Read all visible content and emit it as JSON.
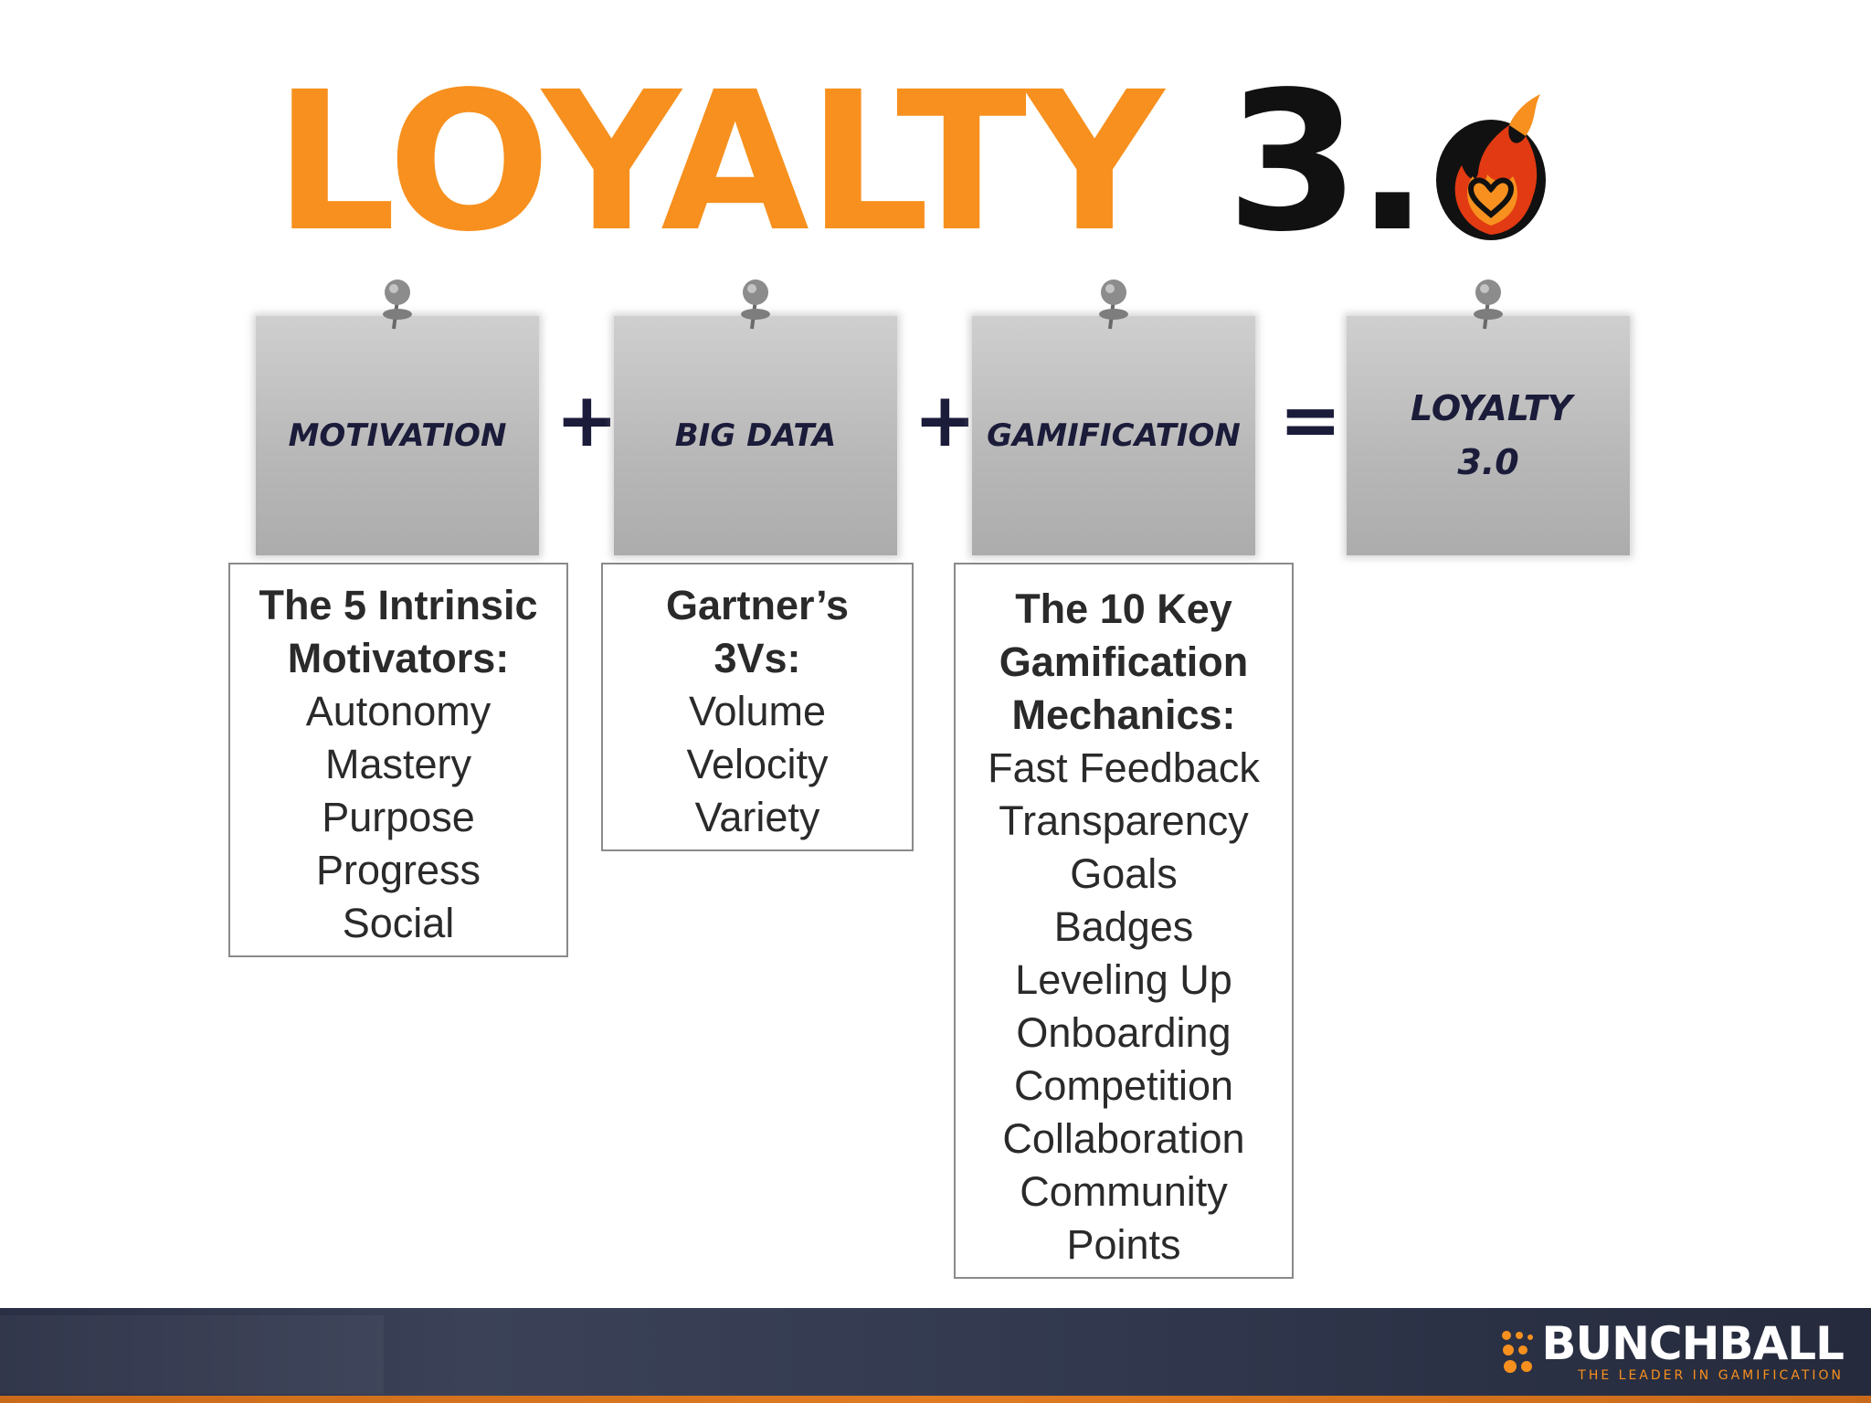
{
  "title": {
    "word": "LOYALTY",
    "number": "3."
  },
  "colors": {
    "orange": "#f7901e",
    "navy": "#1b1b3a",
    "note_gray": "#bdbdbd"
  },
  "notes": [
    {
      "label": "MOTIVATION"
    },
    {
      "label": "BIG DATA"
    },
    {
      "label": "GAMIFICATION"
    },
    {
      "label": "LOYALTY 3.0"
    }
  ],
  "operators": [
    "+",
    "+",
    "="
  ],
  "boxes": {
    "motivation": {
      "heading": [
        "The 5 Intrinsic",
        "Motivators:"
      ],
      "items": [
        "Autonomy",
        "Mastery",
        "Purpose",
        "Progress",
        "Social"
      ]
    },
    "big_data": {
      "heading": [
        "Gartner’s",
        "3Vs:"
      ],
      "items": [
        "Volume",
        "Velocity",
        "Variety"
      ]
    },
    "gamification": {
      "heading": [
        "The 10 Key",
        "Gamification",
        "Mechanics:"
      ],
      "items": [
        "Fast Feedback",
        "Transparency",
        "Goals",
        "Badges",
        "Leveling Up",
        "Onboarding",
        "Competition",
        "Collaboration",
        "Community",
        "Points"
      ]
    }
  },
  "footer": {
    "logo_name": "BUNCHBALL",
    "logo_tagline": "THE LEADER IN GAMIFICATION"
  }
}
